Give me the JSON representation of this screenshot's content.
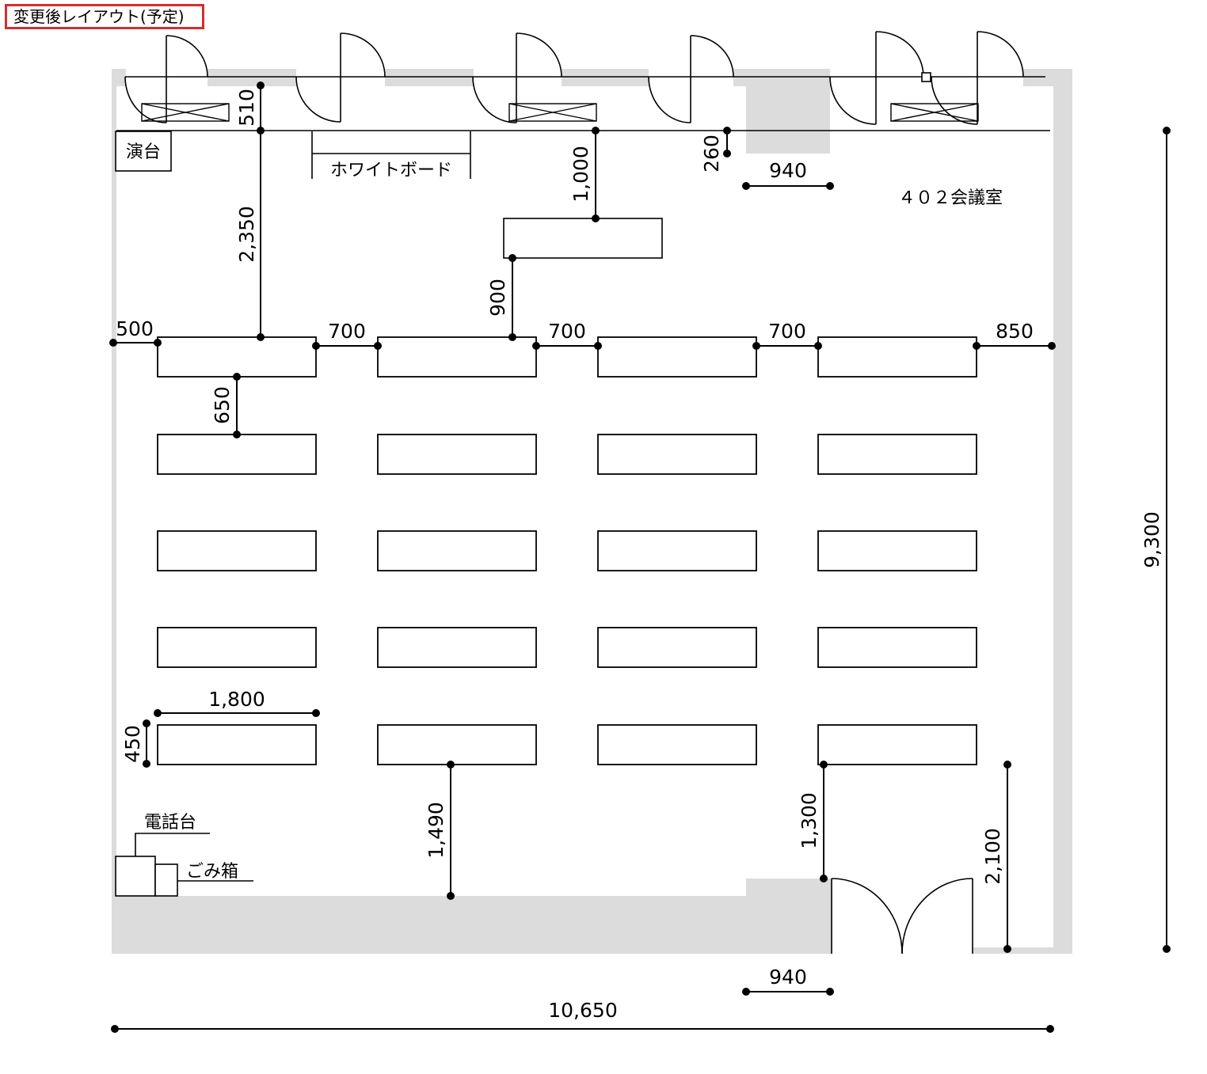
{
  "title": "変更後レイアウト(予定)",
  "room_name": "４０２会議室",
  "labels": {
    "podium": "演台",
    "whiteboard": "ホワイトボード",
    "phone_stand": "電話台",
    "trash_box": "ごみ箱"
  },
  "dimensions": {
    "d510": "510",
    "d260": "260",
    "d940_top": "940",
    "d1000": "1,000",
    "d2350": "2,350",
    "d900": "900",
    "d500": "500",
    "d700_a": "700",
    "d700_b": "700",
    "d700_c": "700",
    "d850": "850",
    "d650": "650",
    "d1800": "1,800",
    "d450": "450",
    "d1490": "1,490",
    "d1300": "1,300",
    "d2100": "2,100",
    "d940_bottom": "940",
    "d10650": "10,650",
    "d9300": "9,300"
  }
}
